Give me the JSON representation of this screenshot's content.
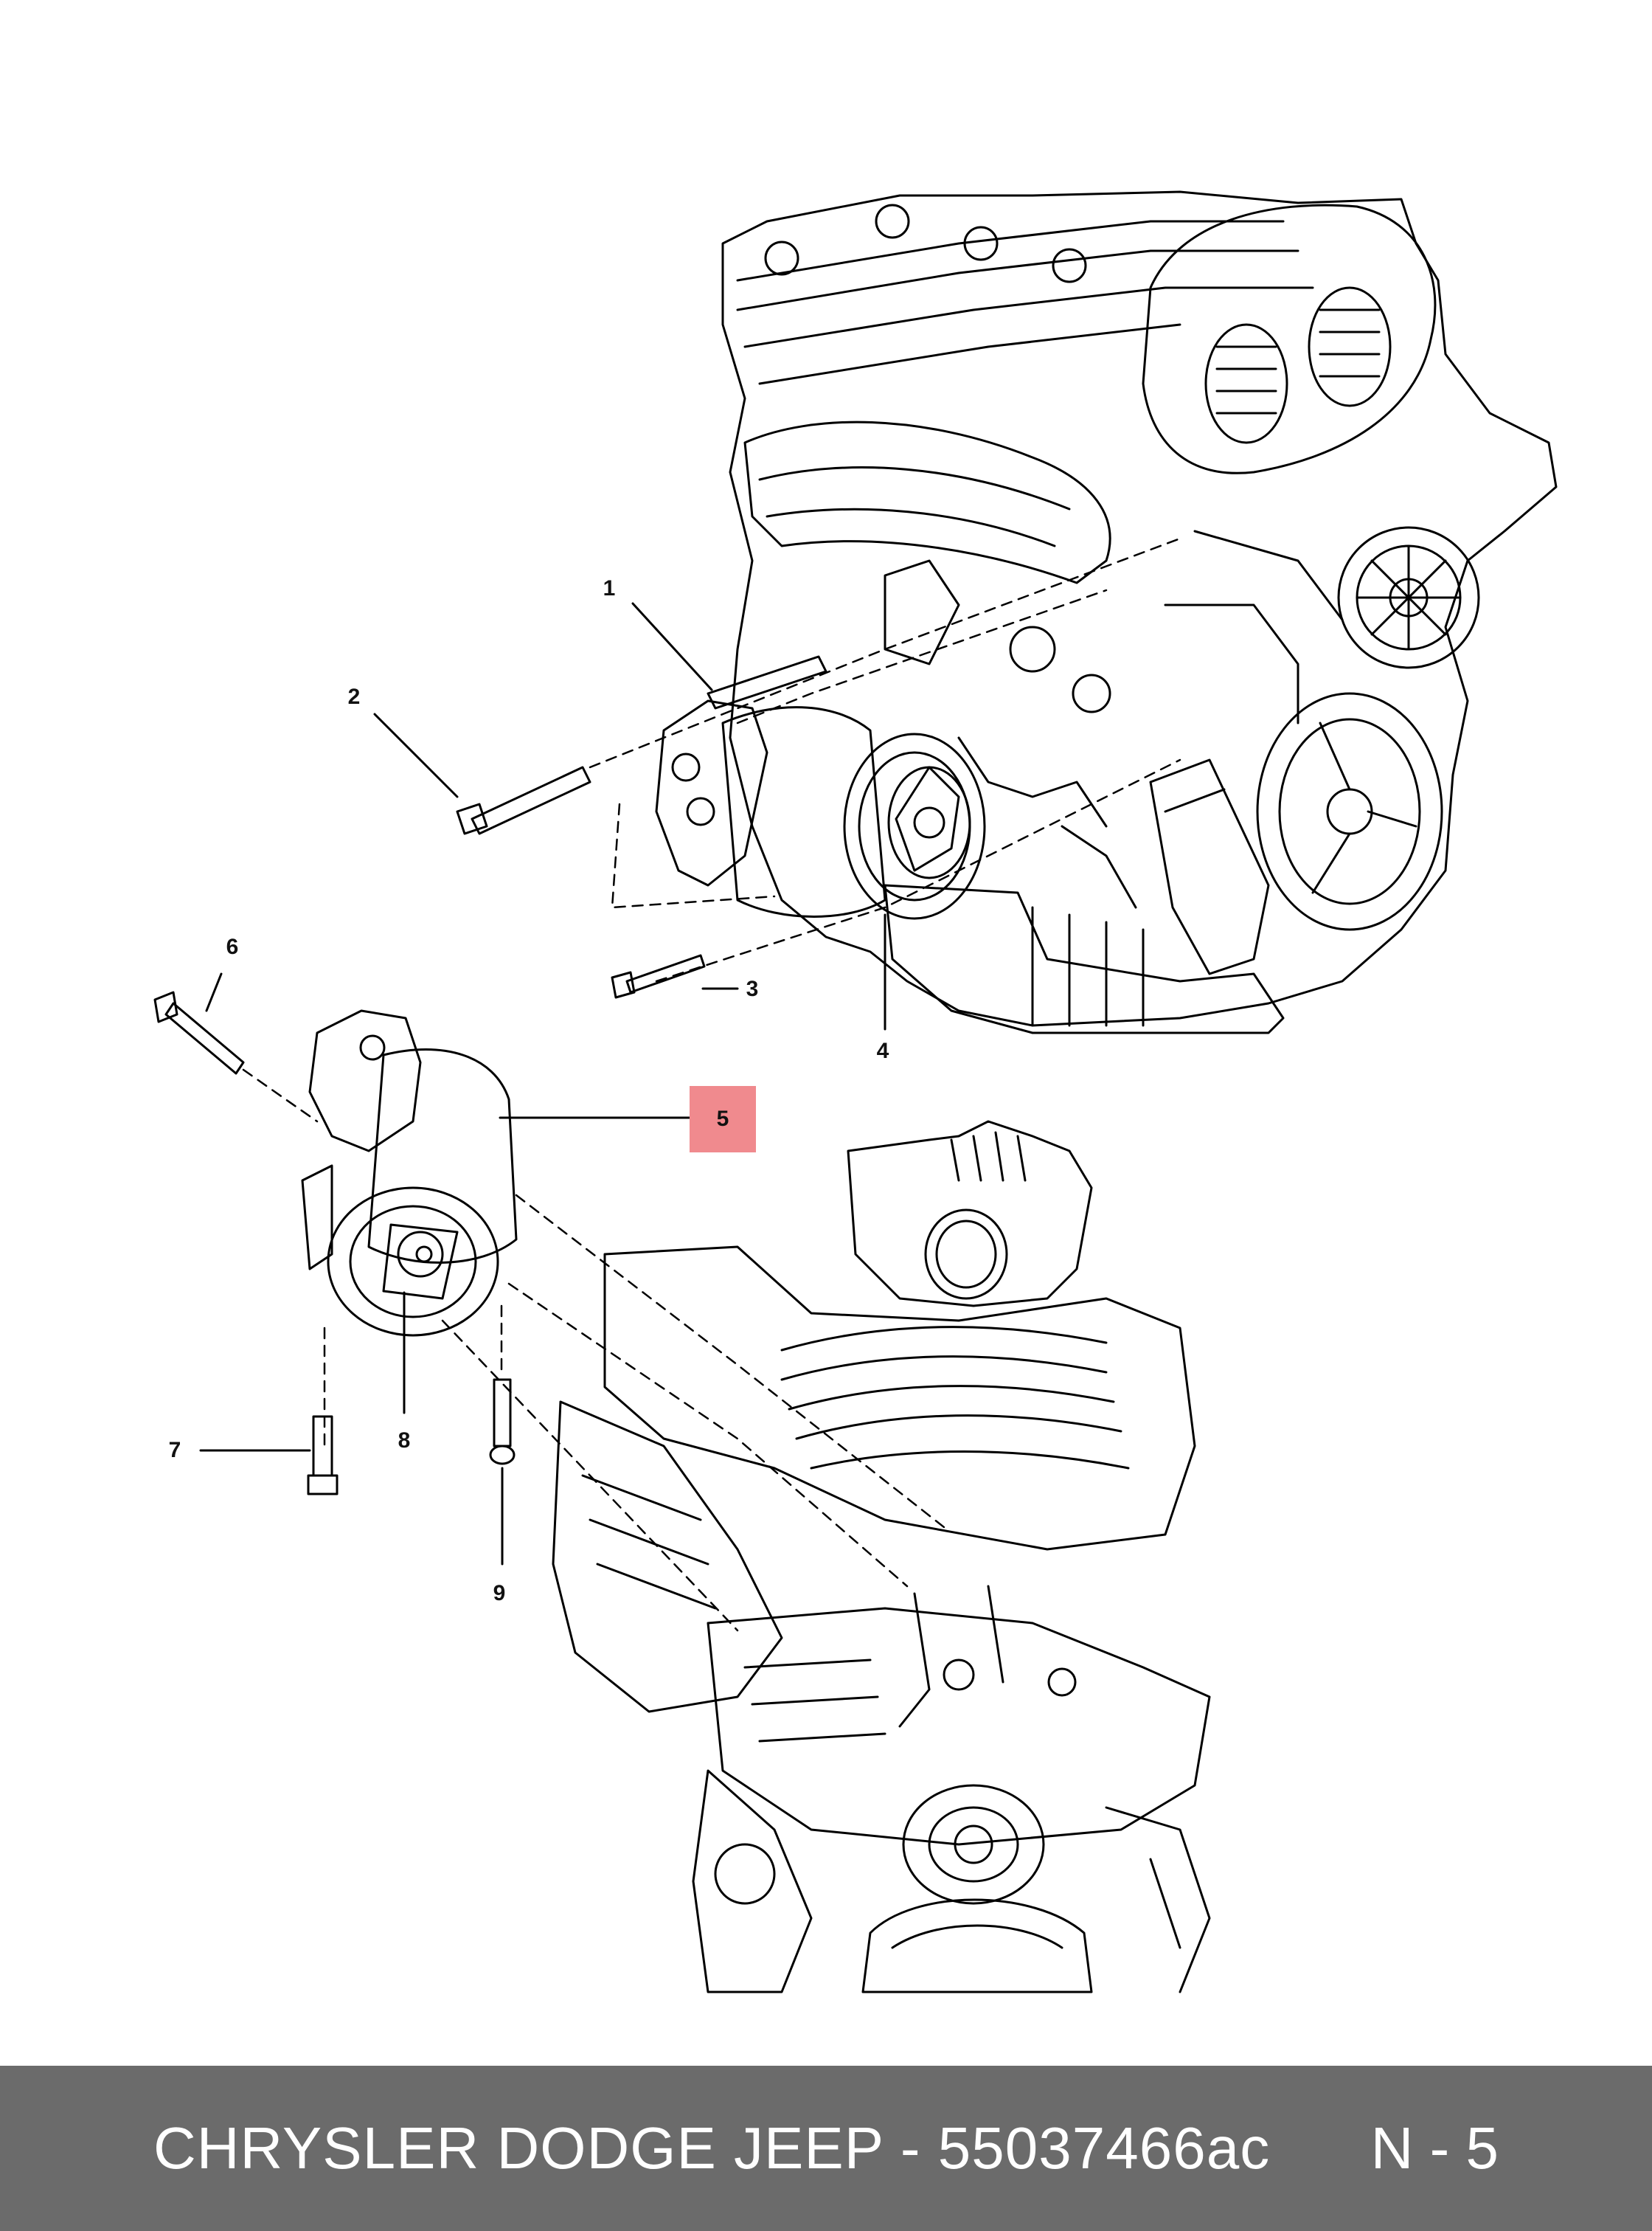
{
  "callouts": {
    "c1": "1",
    "c2": "2",
    "c3": "3",
    "c4": "4",
    "c5": "5",
    "c6": "6",
    "c7": "7",
    "c8": "8",
    "c9": "9"
  },
  "footer": {
    "title": "CHRYSLER DODGE JEEP - 55037466ac",
    "code": "N - 5"
  },
  "colors": {
    "footer_bg": "#6b6b6b",
    "highlight": "#f08a8e",
    "line": "#000000"
  }
}
